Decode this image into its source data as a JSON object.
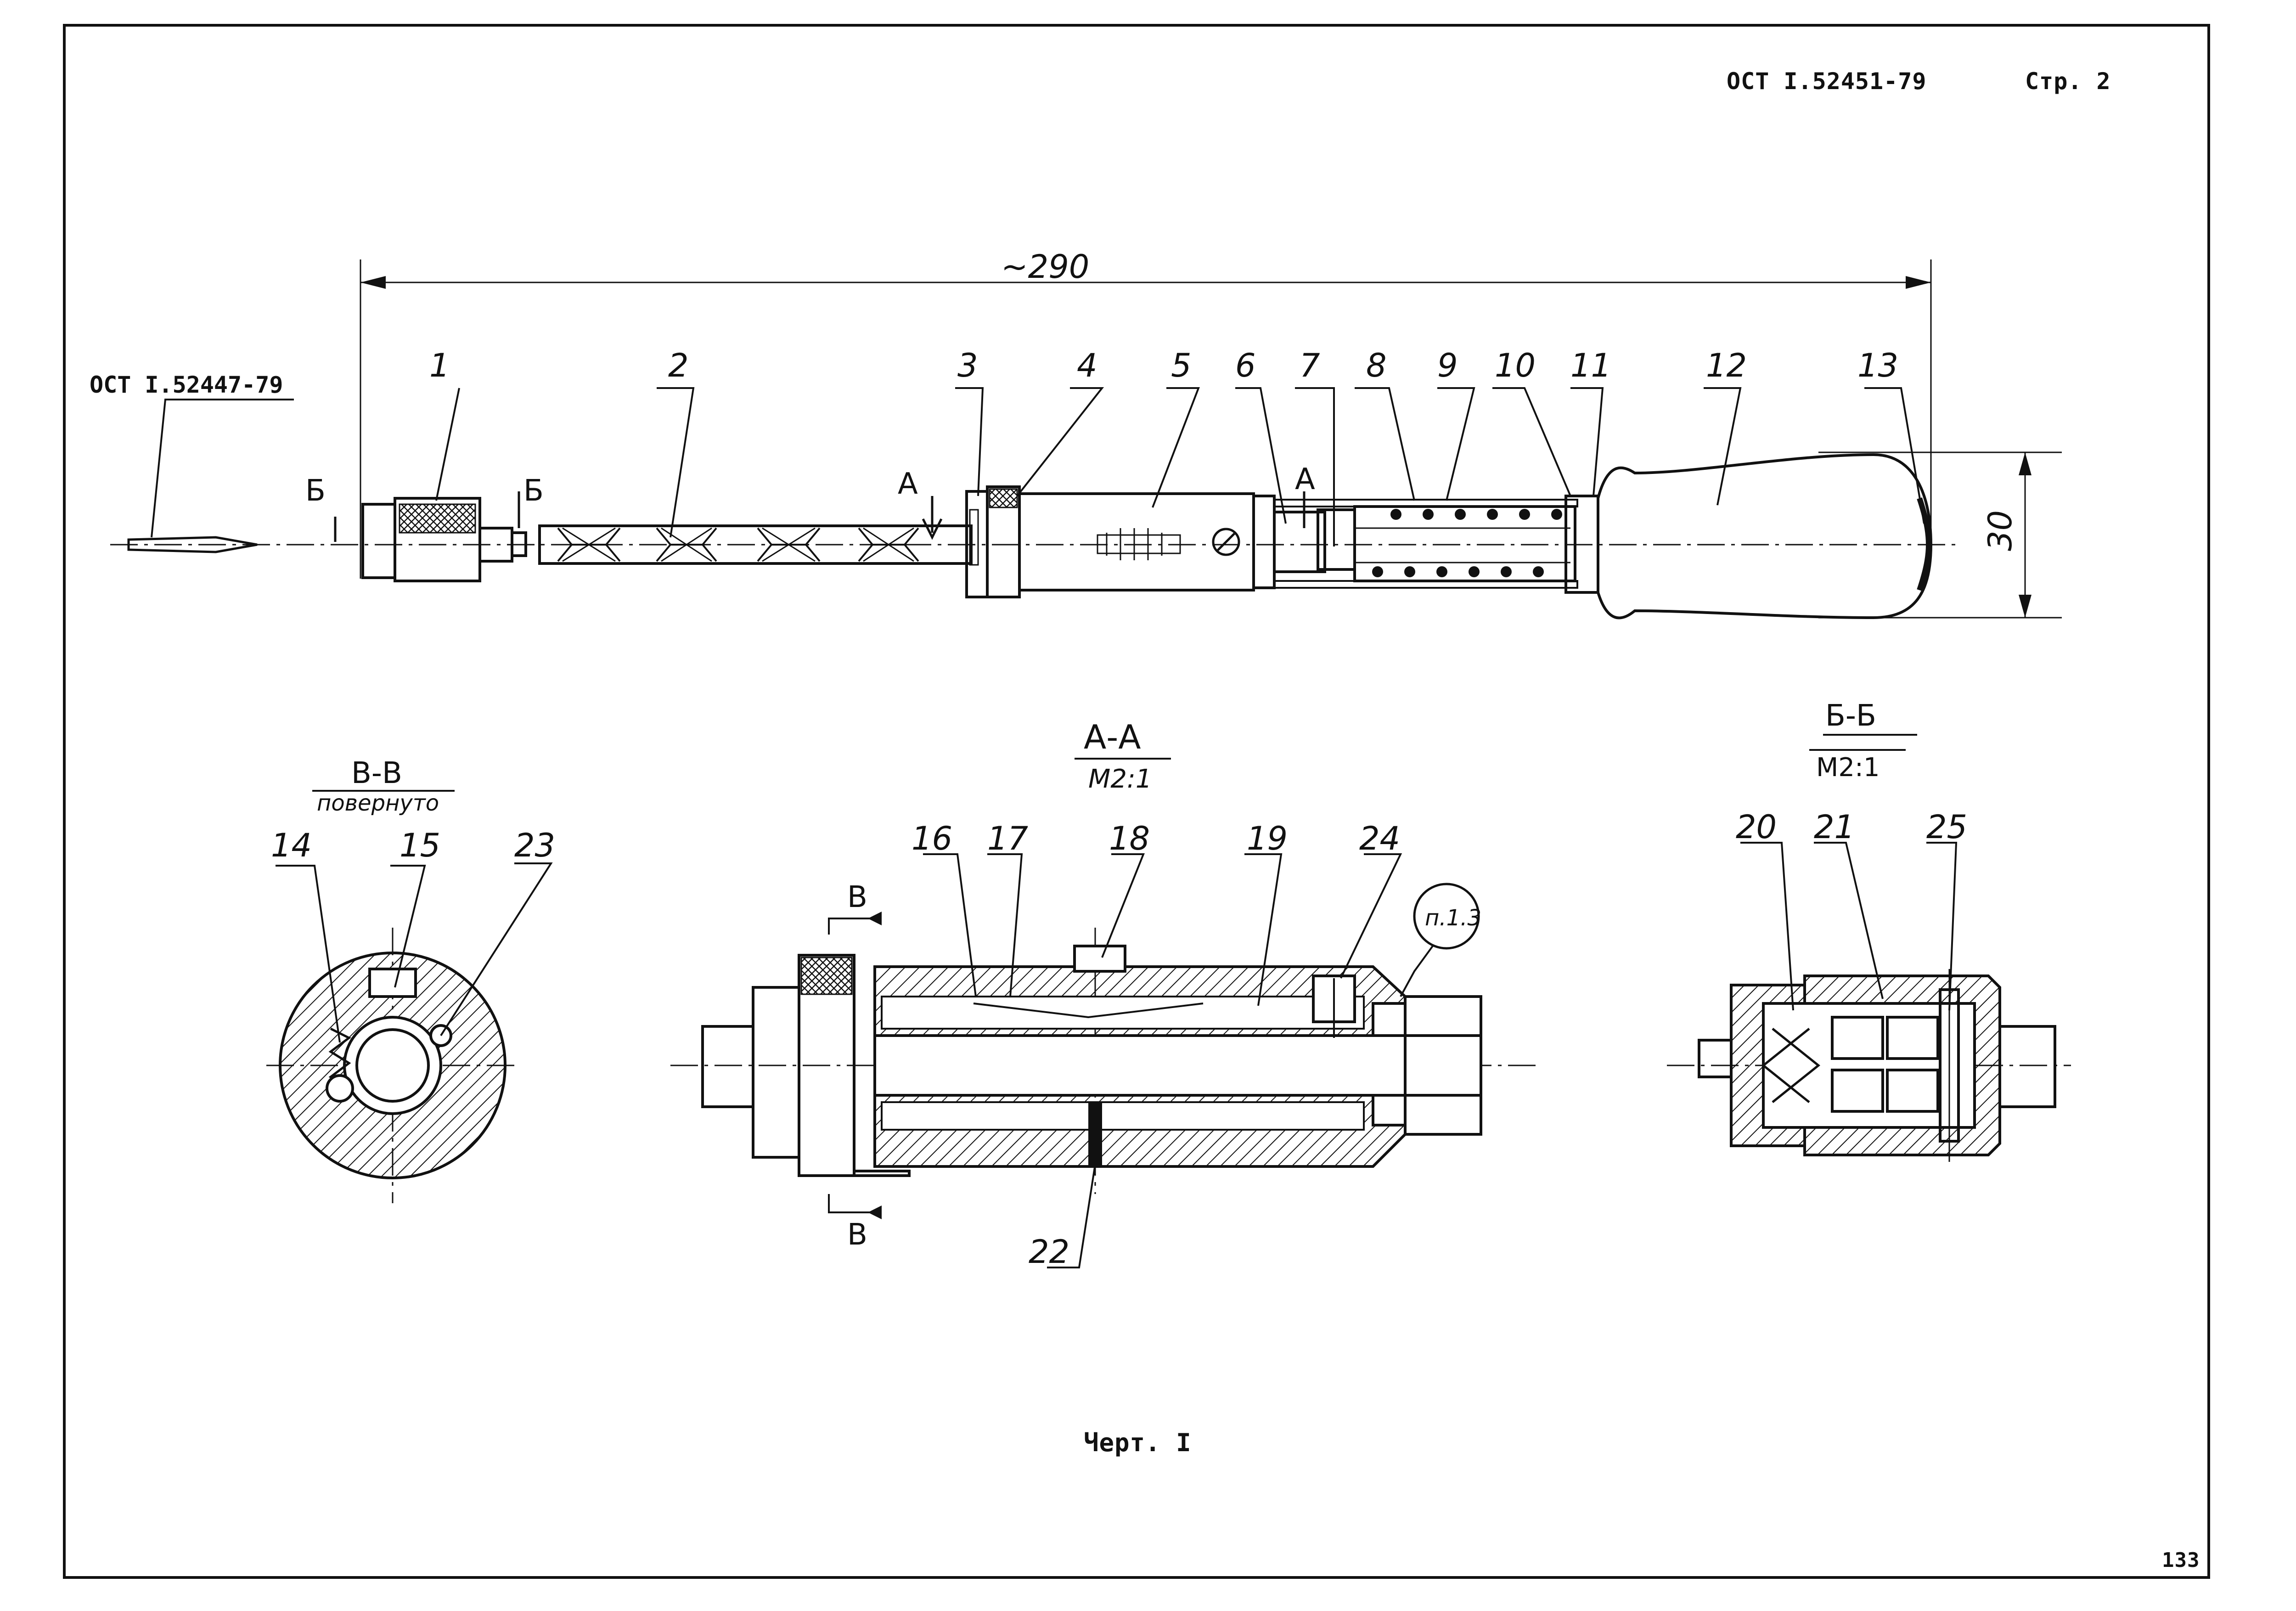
{
  "header": {
    "standard": "ОСТ  I.52451-79",
    "page": "Стр. 2"
  },
  "reference": "ОСТ I.52447-79",
  "dimensions": {
    "length": "~290",
    "height": "30"
  },
  "part_numbers": [
    "1",
    "2",
    "3",
    "4",
    "5",
    "6",
    "7",
    "8",
    "9",
    "10",
    "11",
    "12",
    "13",
    "14",
    "15",
    "16",
    "17",
    "18",
    "19",
    "20",
    "21",
    "22",
    "23",
    "24",
    "25"
  ],
  "cut_marks": {
    "b": "Б",
    "a": "А",
    "v": "В"
  },
  "sections": {
    "vv": {
      "title": "В-В",
      "subtitle": "повернуто"
    },
    "aa": {
      "title": "А-А",
      "scale": "М2:1"
    },
    "bb": {
      "title": "Б-Б",
      "scale": "М2:1"
    }
  },
  "note": "п.1.3",
  "figure_caption": "Черт. I",
  "page_number": "133"
}
